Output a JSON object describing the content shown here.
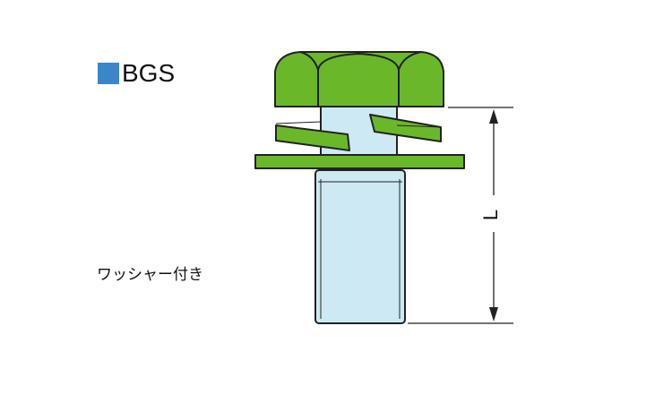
{
  "title": {
    "text": "BGS",
    "marker_color": "#3a86c8"
  },
  "caption": "ワッシャー付き",
  "dimension": {
    "label": "L"
  },
  "colors": {
    "head": "#6ab82a",
    "shank": "#cde9f3",
    "outline": "#222222"
  }
}
